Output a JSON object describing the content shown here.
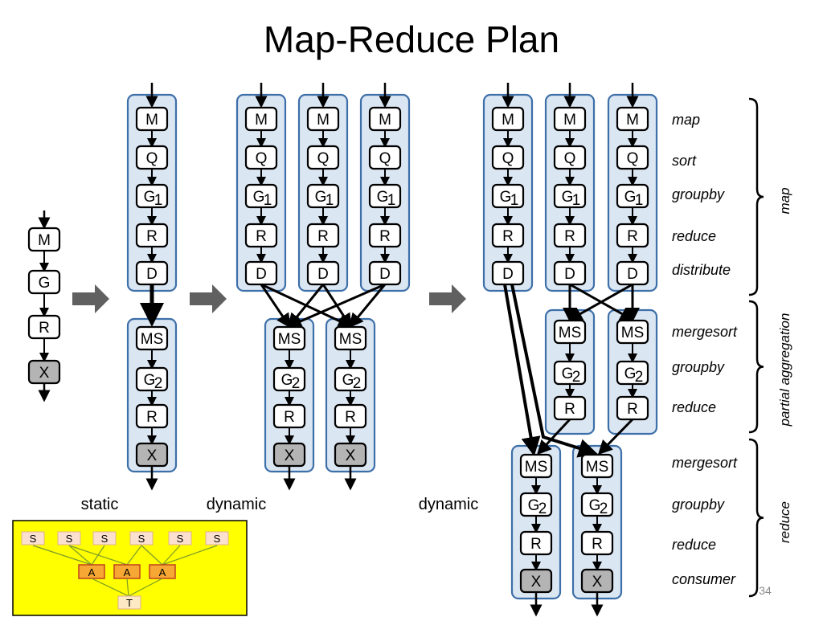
{
  "title": "Map-Reduce Plan",
  "page_number": "34",
  "node_labels": {
    "map": "M",
    "sort": "Q",
    "groupby1": "G",
    "groupby1_sub": "1",
    "reduce": "R",
    "distribute": "D",
    "mergesort": "MS",
    "groupby2": "G",
    "groupby2_sub": "2",
    "consumer": "X",
    "group": "G"
  },
  "captions": {
    "static": "static",
    "dynamic_1": "dynamic",
    "dynamic_2": "dynamic"
  },
  "phase_labels": {
    "map": "map",
    "sort": "sort",
    "groupby": "groupby",
    "reduce": "reduce",
    "distribute": "distribute",
    "mergesort": "mergesort",
    "groupby_2": "groupby",
    "reduce_2": "reduce",
    "mergesort_3": "mergesort",
    "groupby_3": "groupby",
    "reduce_3": "reduce",
    "consumer": "consumer"
  },
  "group_labels": {
    "map": "map",
    "partial_aggregation": "partial aggregation",
    "reduce": "reduce"
  },
  "inset": {
    "source": "S",
    "aggregate": "A",
    "target": "T",
    "background": "#ffff00",
    "source_fill": "#fbe0cf",
    "agg_fill": "#f7a733"
  },
  "colors": {
    "stage_fill": "#dbe6f3",
    "stage_stroke": "#3d6fa8",
    "consumer_fill": "#b4b4b4",
    "arrow": "#606060"
  }
}
